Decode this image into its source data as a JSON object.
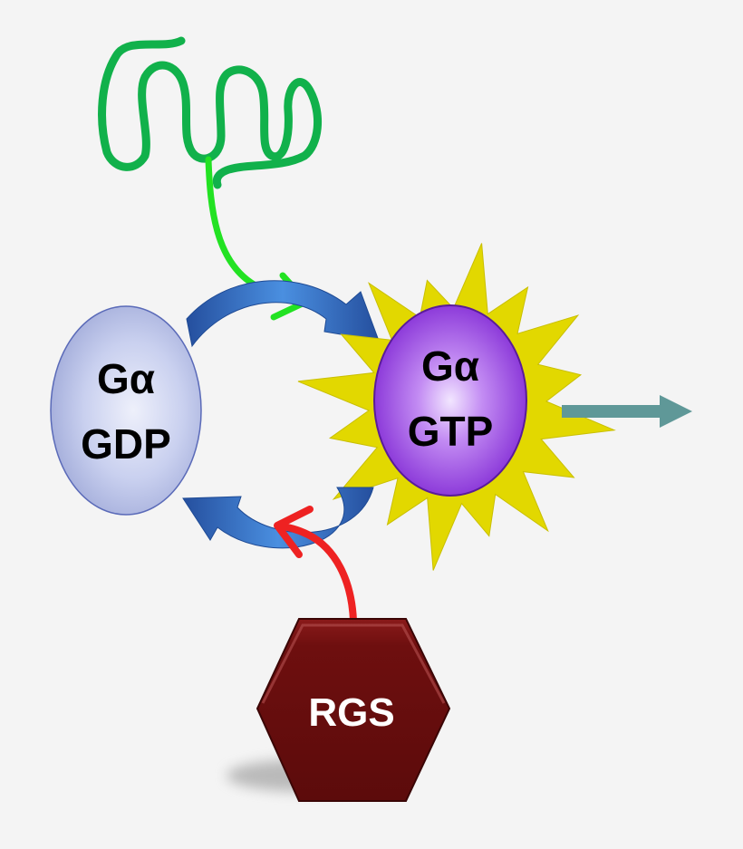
{
  "nodes": {
    "gdp": {
      "line1": "Gα",
      "line2": "GDP"
    },
    "gtp": {
      "line1": "Gα",
      "line2": "GTP"
    },
    "rgs": {
      "label": "RGS"
    }
  },
  "colors": {
    "receptor": "#11b14b",
    "activation_arrow": "#22e222",
    "rgs_arrow": "#ee2222",
    "cycle_arrow": "#2f63c4",
    "gdp_fill": "#b8c4ea",
    "gtp_fill": "#9a3ee0",
    "starburst": "#e2d800",
    "rgs_fill": "#6e0f0f",
    "output_arrow": "#5f9898"
  }
}
